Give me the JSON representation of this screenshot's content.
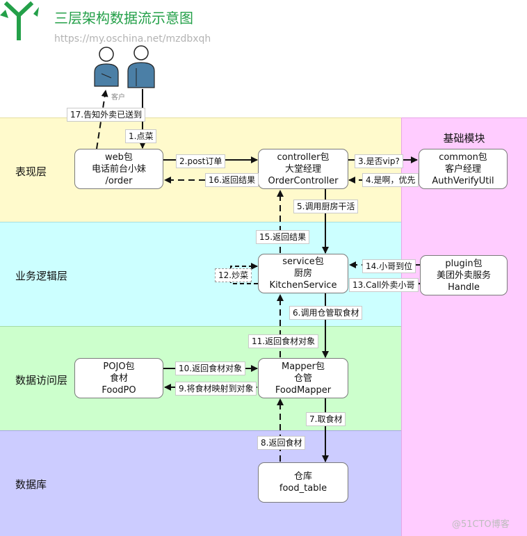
{
  "header": {
    "title": "三层架构数据流示意图",
    "url": "https://my.oschina.net/mzdbxqh"
  },
  "customer_label": "客户",
  "layers": {
    "presentation": "表现层",
    "business": "业务逻辑层",
    "data_access": "数据访问层",
    "database": "数据库",
    "base_modules": "基础模块"
  },
  "nodes": {
    "web": [
      "web包",
      "电话前台小妹",
      "/order"
    ],
    "controller": [
      "controller包",
      "大堂经理",
      "OrderController"
    ],
    "common": [
      "common包",
      "客户经理",
      "AuthVerifyUtil"
    ],
    "service": [
      "service包",
      "厨房",
      "KitchenService"
    ],
    "plugin": [
      "plugin包",
      "美团外卖服务",
      "Handle"
    ],
    "pojo": [
      "POJO包",
      "食材",
      "FoodPO"
    ],
    "mapper": [
      "Mapper包",
      "仓管",
      "FoodMapper"
    ],
    "table": [
      "仓库",
      "food_table"
    ]
  },
  "steps": {
    "s1": "1.点菜",
    "s2": "2.post订单",
    "s3": "3.是否vip?",
    "s4": "4.是啊，优先",
    "s5": "5.调用厨房干活",
    "s6": "6.调用仓管取食材",
    "s7": "7.取食材",
    "s8": "8.返回食材",
    "s9": "9.将食材映射到对象",
    "s10": "10.返回食材对象",
    "s11": "11.返回食材对象",
    "s12": "12.炒菜",
    "s13": "13.Call外卖小哥",
    "s14": "14.小哥到位",
    "s15": "15.返回结果",
    "s16": "16.返回结果",
    "s17": "17.告知外卖已送到"
  },
  "watermark": "@51CTO博客",
  "colors": {
    "title_green": "#24a049",
    "presentation_band": "#fffacc",
    "business_band": "#ccffff",
    "data_access_band": "#ccffcc",
    "database_band": "#ccccff",
    "base_band": "#ffccff",
    "person_fill": "#4b7fa6"
  }
}
